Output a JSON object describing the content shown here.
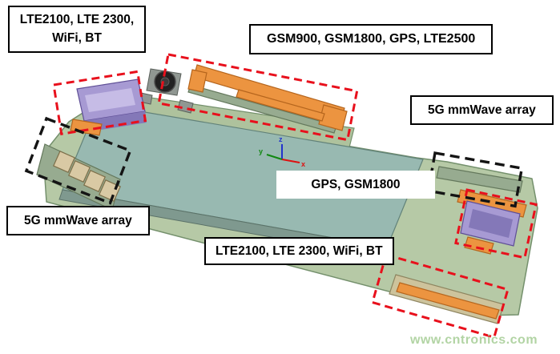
{
  "figure": {
    "type": "smartphone-antenna-placement-diagram",
    "watermark": "www.cntronics.com"
  },
  "labels": {
    "top_left": "LTE2100, LTE 2300,\nWiFi, BT",
    "top_center": "GSM900, GSM1800, GPS, LTE2500",
    "right": "5G mmWave array",
    "center": "GPS, GSM1800",
    "bottom_left": "5G mmWave array",
    "bottom_center": "LTE2100, LTE 2300, WiFi, BT"
  },
  "axes": {
    "x": "x",
    "y": "y",
    "z": "z"
  },
  "annotations": {
    "red_boxes": [
      "top-main-antenna-region",
      "top-left-antenna-region",
      "right-end-antenna-region",
      "bottom-right-antenna-region"
    ],
    "black_boxes": [
      "left-mmwave-array-region",
      "right-mmwave-array-region"
    ]
  },
  "colors": {
    "highlight_red": "#e8101c",
    "highlight_black": "#141414",
    "antenna_orange": "#ec9440",
    "component_purple": "#a79ad3",
    "board_teal": "#98b9b1",
    "frame_green": "#b6c9a6",
    "copper_tan": "#d9c9a4",
    "watermark_green": "#b2d4a4"
  }
}
